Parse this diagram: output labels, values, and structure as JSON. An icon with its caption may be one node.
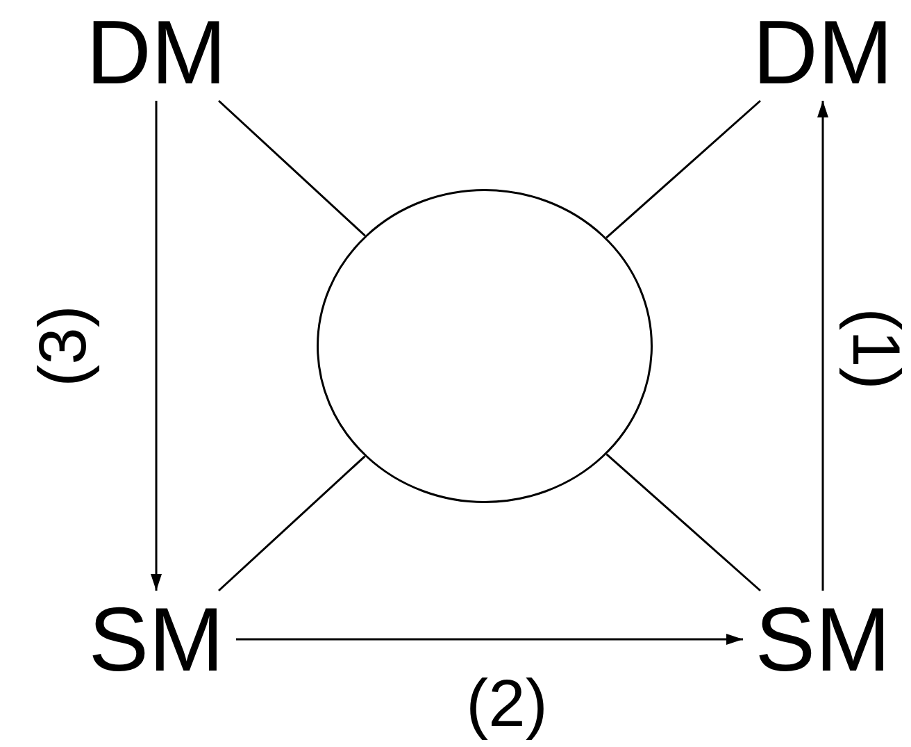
{
  "diagram": {
    "nodes": [
      {
        "text": [
          "DM"
        ]
      },
      {
        "text": [
          "DM"
        ]
      },
      {
        "text": [],
        "shape": "circle"
      },
      {
        "text": [
          "SM"
        ]
      },
      {
        "text": [
          "SM"
        ]
      }
    ],
    "edges": [
      {
        "from": 0,
        "to": 2,
        "arrow": "none"
      },
      {
        "from": 1,
        "to": 2,
        "arrow": "none"
      },
      {
        "from": 3,
        "to": 2,
        "arrow": "none"
      },
      {
        "from": 4,
        "to": 2,
        "arrow": "none"
      },
      {
        "from": 0,
        "to": 3,
        "arrow": "to",
        "label": "(3)"
      },
      {
        "from": 3,
        "to": 4,
        "arrow": "to",
        "label": "(2)"
      },
      {
        "from": 4,
        "to": 1,
        "arrow": "to",
        "label": "(1)"
      }
    ]
  }
}
